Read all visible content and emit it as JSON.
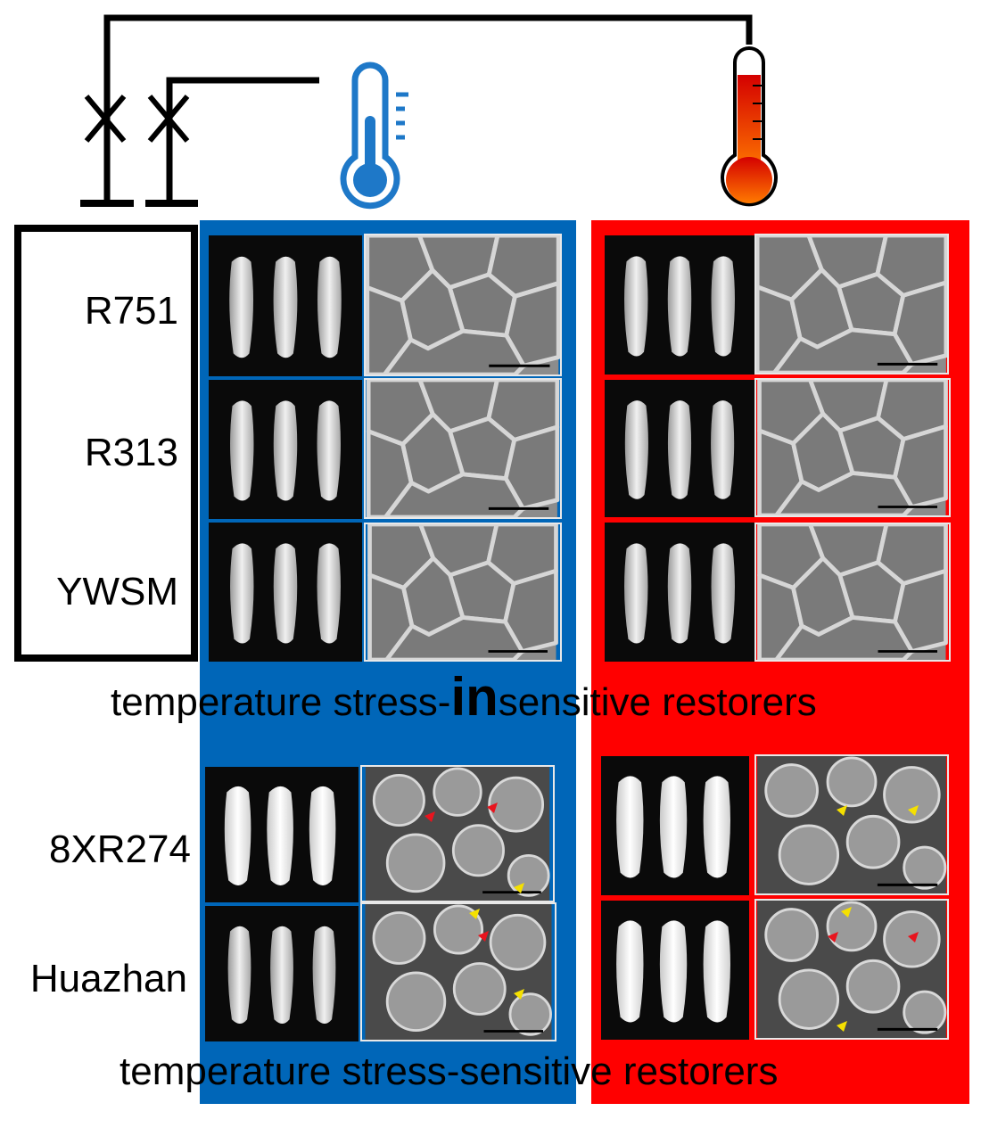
{
  "genotypes": {
    "insensitive": [
      "R751",
      "R313",
      "YWSM"
    ],
    "sensitive": [
      "8XR274",
      "Huazhan"
    ]
  },
  "captions": {
    "insensitive_pre": "temperature stress-",
    "insensitive_emph": "in",
    "insensitive_post": "sensitive restorers",
    "sensitive": "temperature stress-sensitive restorers"
  },
  "icons": {
    "low_temperature": "thermometer-low-icon",
    "high_temperature": "thermometer-high-icon",
    "cross_marker": "cross-x-icon"
  },
  "colors": {
    "low_temperature_panel": "#0066b8",
    "high_temperature_panel": "#ff0000",
    "low_temperature_icon": "#1e78c8",
    "high_temperature_icon": "#ff4a00",
    "sem_arrow_red": "#e8141e",
    "sem_arrow_yellow": "#f5e000"
  }
}
